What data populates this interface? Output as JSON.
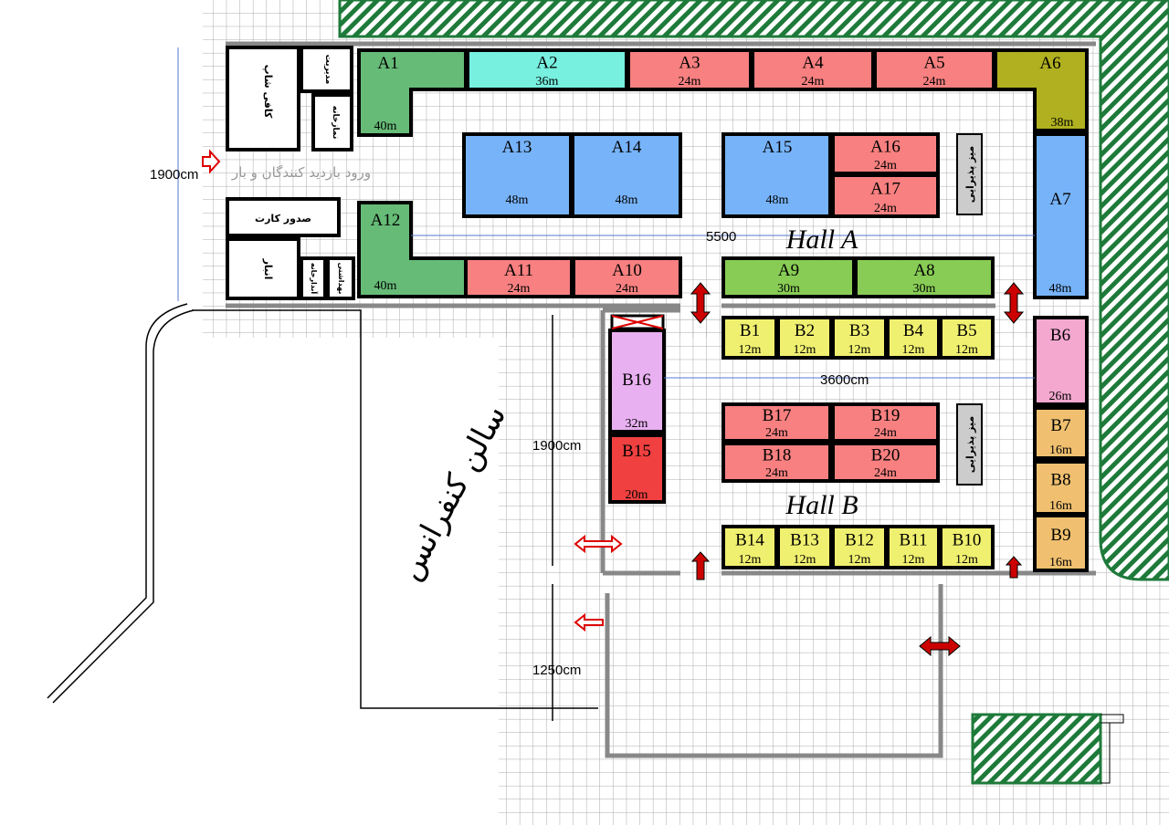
{
  "colors": {
    "green": "#66bb77",
    "cyan": "#77f0e0",
    "salmon": "#f88080",
    "olive": "#b0b020",
    "blue": "#77b3f8",
    "lightgreen": "#88cc55",
    "yellow": "#f0f070",
    "pink": "#f4a8d0",
    "orange": "#f0c070",
    "lavender": "#e8b0f0",
    "red": "#f04040",
    "hatch": "#1e7a3a"
  },
  "halls": {
    "a": "Hall A",
    "b": "Hall B"
  },
  "dimensions": {
    "entrance_width": "1900cm",
    "hall_a_length": "5500",
    "hall_b_length": "3600cm",
    "conf_width": "1900cm",
    "conf_depth": "1250cm"
  },
  "rooms": {
    "coffee_shop": "کافی شاپ",
    "management": "مدیریت",
    "prayer": "نمازخانه",
    "entrance": "ورود بازدید کنندگان و بار",
    "card_issue": "صدور کارت",
    "storage": "انبار",
    "pantry": "آبدارخانه",
    "restroom": "بهداشتی",
    "reception_a": "میز پذیرایی",
    "reception_b": "میز پذیرایی",
    "conference": "سالن کنفرانس"
  },
  "booths": {
    "A1": {
      "id": "A1",
      "area": "40m"
    },
    "A2": {
      "id": "A2",
      "area": "36m"
    },
    "A3": {
      "id": "A3",
      "area": "24m"
    },
    "A4": {
      "id": "A4",
      "area": "24m"
    },
    "A5": {
      "id": "A5",
      "area": "24m"
    },
    "A6": {
      "id": "A6",
      "area": "38m"
    },
    "A7": {
      "id": "A7",
      "area": "48m"
    },
    "A8": {
      "id": "A8",
      "area": "30m"
    },
    "A9": {
      "id": "A9",
      "area": "30m"
    },
    "A10": {
      "id": "A10",
      "area": "24m"
    },
    "A11": {
      "id": "A11",
      "area": "24m"
    },
    "A12": {
      "id": "A12",
      "area": "40m"
    },
    "A13": {
      "id": "A13",
      "area": "48m"
    },
    "A14": {
      "id": "A14",
      "area": "48m"
    },
    "A15": {
      "id": "A15",
      "area": "48m"
    },
    "A16": {
      "id": "A16",
      "area": "24m"
    },
    "A17": {
      "id": "A17",
      "area": "24m"
    },
    "B1": {
      "id": "B1",
      "area": "12m"
    },
    "B2": {
      "id": "B2",
      "area": "12m"
    },
    "B3": {
      "id": "B3",
      "area": "12m"
    },
    "B4": {
      "id": "B4",
      "area": "12m"
    },
    "B5": {
      "id": "B5",
      "area": "12m"
    },
    "B6": {
      "id": "B6",
      "area": "26m"
    },
    "B7": {
      "id": "B7",
      "area": "16m"
    },
    "B8": {
      "id": "B8",
      "area": "16m"
    },
    "B9": {
      "id": "B9",
      "area": "16m"
    },
    "B10": {
      "id": "B10",
      "area": "12m"
    },
    "B11": {
      "id": "B11",
      "area": "12m"
    },
    "B12": {
      "id": "B12",
      "area": "12m"
    },
    "B13": {
      "id": "B13",
      "area": "12m"
    },
    "B14": {
      "id": "B14",
      "area": "12m"
    },
    "B15": {
      "id": "B15",
      "area": "20m"
    },
    "B16": {
      "id": "B16",
      "area": "32m"
    },
    "B17": {
      "id": "B17",
      "area": "24m"
    },
    "B18": {
      "id": "B18",
      "area": "24m"
    },
    "B19": {
      "id": "B19",
      "area": "24m"
    },
    "B20": {
      "id": "B20",
      "area": "24m"
    }
  }
}
